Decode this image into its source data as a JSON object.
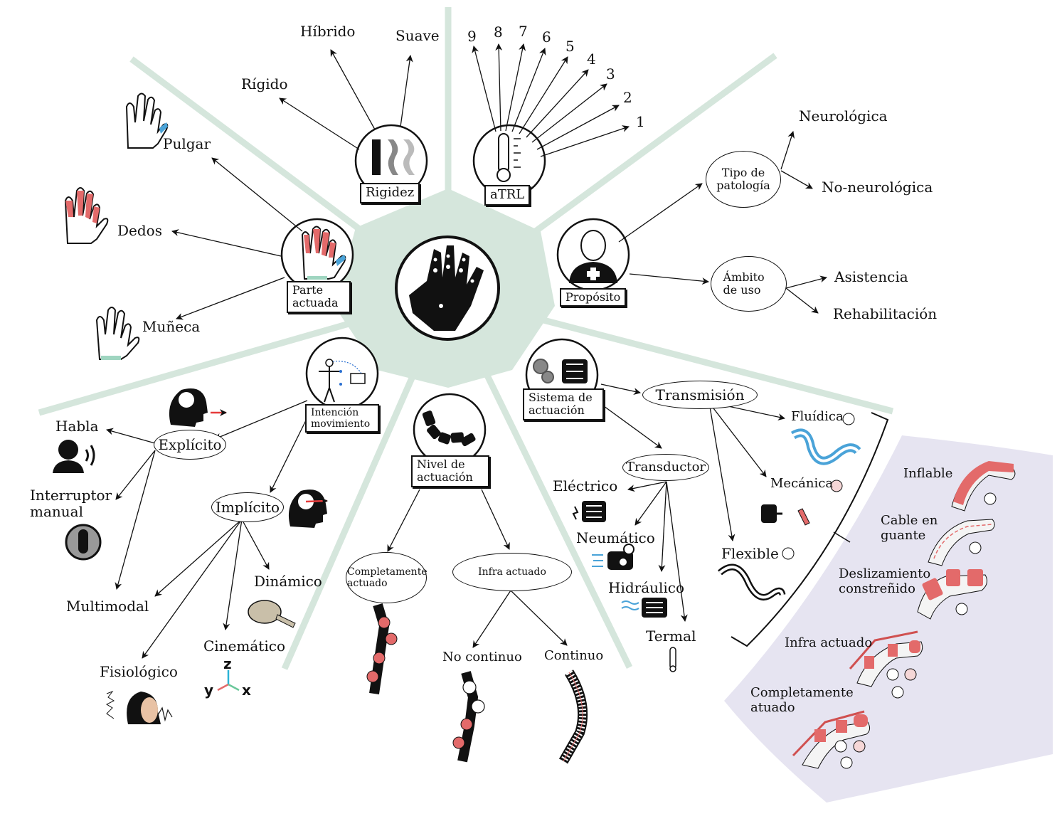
{
  "center": {
    "icon": "robotic-hand-icon"
  },
  "colors": {
    "spoke": "#d5e6dc",
    "hub": "#d5e6dc",
    "accent_red": "#e36a6a",
    "accent_blue": "#4aa3d8",
    "panel": "#e6e4f1"
  },
  "rigidez": {
    "label": "Rigidez",
    "children": [
      "Rígido",
      "Híbrido",
      "Suave"
    ],
    "icon": "stiffness-bars-icon"
  },
  "atrl": {
    "label": "aTRL",
    "levels": [
      "9",
      "8",
      "7",
      "6",
      "5",
      "4",
      "3",
      "2",
      "1"
    ],
    "icon": "thermometer-scale-icon"
  },
  "proposito": {
    "label": "Propósito",
    "icon": "medical-person-icon",
    "tipo": {
      "label": "Tipo de patología",
      "children": [
        "Neurológica",
        "No-neurológica"
      ]
    },
    "ambito": {
      "label": "Ámbito de uso",
      "children": [
        "Asistencia",
        "Rehabilitación"
      ]
    }
  },
  "parte": {
    "label": "Parte actuada",
    "children": [
      "Pulgar",
      "Dedos",
      "Muñeca"
    ],
    "icon": "hand-icon"
  },
  "intencion": {
    "label": "Intención movimiento",
    "icon": "person-sensor-icon",
    "explicito": {
      "label": "Explícito",
      "children": [
        "Habla",
        "Interruptor manual",
        "Multimodal"
      ]
    },
    "implicito": {
      "label": "Implícito",
      "children": [
        "Fisiológico",
        "Cinemático",
        "Dinámico"
      ]
    },
    "axes": [
      "z",
      "y",
      "x"
    ]
  },
  "nivel": {
    "label": "Nivel de actuación",
    "icon": "chain-segments-icon",
    "completo": "Completamente actuado",
    "infra": {
      "label": "Infra actuado",
      "children": [
        "No continuo",
        "Continuo"
      ]
    }
  },
  "sistema": {
    "label": "Sistema de actuación",
    "icon": "gear-motor-icon",
    "transmision": {
      "label": "Transmisión",
      "children": [
        "Fluídica",
        "Mecánica",
        "Flexible"
      ]
    },
    "transductor": {
      "label": "Transductor",
      "children": [
        "Eléctrico",
        "Neumático",
        "Hidráulico",
        "Termal"
      ]
    }
  },
  "panel": {
    "items": [
      "Inflable",
      "Cable en guante",
      "Deslizamiento constreñido",
      "Infra actuado",
      "Completamente atuado"
    ]
  }
}
